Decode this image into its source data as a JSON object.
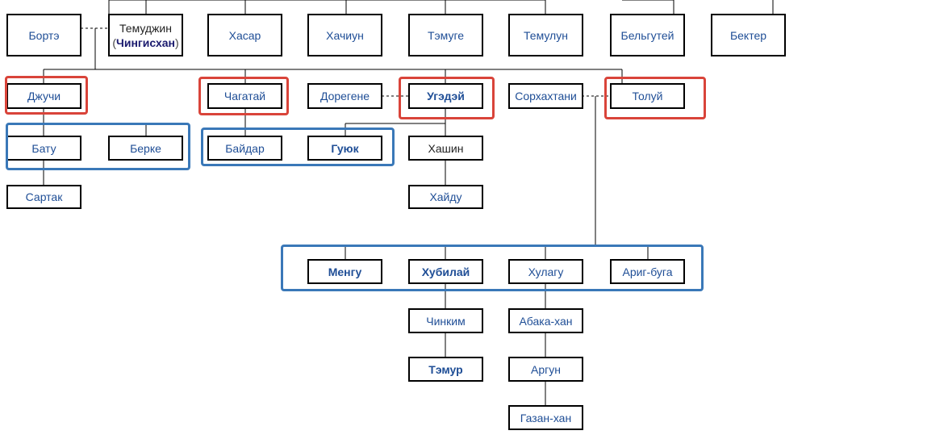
{
  "colors": {
    "link": "#1f4e96",
    "line": "#000000",
    "highlight_red": "#d9443a",
    "highlight_blue": "#3a78b8"
  },
  "nodes": {
    "borte": {
      "label": "Бортэ",
      "bold": false,
      "dark": false
    },
    "temujin": {
      "line1": "Темуджин",
      "open_paren": "(",
      "title": "Чингисхан",
      "close_paren": ")"
    },
    "khasar": {
      "label": "Хасар",
      "bold": false,
      "dark": false
    },
    "khachiun": {
      "label": "Хачиун",
      "bold": false,
      "dark": false
    },
    "temuge": {
      "label": "Тэмуге",
      "bold": false,
      "dark": false
    },
    "temulun": {
      "label": "Темулун",
      "bold": false,
      "dark": false
    },
    "belgutei": {
      "label": "Бельгутей",
      "bold": false,
      "dark": false
    },
    "bekter": {
      "label": "Бектер",
      "bold": false,
      "dark": false
    },
    "jochi": {
      "label": "Джучи",
      "bold": false,
      "dark": false
    },
    "chagatai": {
      "label": "Чагатай",
      "bold": false,
      "dark": false
    },
    "toregene": {
      "label": "Дорегене",
      "bold": false,
      "dark": false
    },
    "ogedei": {
      "label": "Угэдэй",
      "bold": true,
      "dark": false
    },
    "sorghaghtani": {
      "label": "Сорхахтани",
      "bold": false,
      "dark": false
    },
    "tolui": {
      "label": "Толуй",
      "bold": false,
      "dark": false
    },
    "batu": {
      "label": "Бату",
      "bold": false,
      "dark": false
    },
    "berke": {
      "label": "Берке",
      "bold": false,
      "dark": false
    },
    "baidar": {
      "label": "Байдар",
      "bold": false,
      "dark": false
    },
    "guyuk": {
      "label": "Гуюк",
      "bold": true,
      "dark": false
    },
    "khashin": {
      "label": "Хашин",
      "bold": false,
      "dark": true
    },
    "sartaq": {
      "label": "Сартак",
      "bold": false,
      "dark": false
    },
    "kaidu": {
      "label": "Хайду",
      "bold": false,
      "dark": false
    },
    "mongke": {
      "label": "Менгу",
      "bold": true,
      "dark": false
    },
    "kublai": {
      "label": "Хубилай",
      "bold": true,
      "dark": false
    },
    "hulagu": {
      "label": "Хулагу",
      "bold": false,
      "dark": false
    },
    "ariqboke": {
      "label": "Ариг-буга",
      "bold": false,
      "dark": false
    },
    "zhenjin": {
      "label": "Чинким",
      "bold": false,
      "dark": false
    },
    "abaqa": {
      "label": "Абака-хан",
      "bold": false,
      "dark": false
    },
    "temur": {
      "label": "Тэмур",
      "bold": true,
      "dark": false
    },
    "arghun": {
      "label": "Аргун",
      "bold": false,
      "dark": false
    },
    "ghazan": {
      "label": "Газан-хан",
      "bold": false,
      "dark": false
    }
  }
}
